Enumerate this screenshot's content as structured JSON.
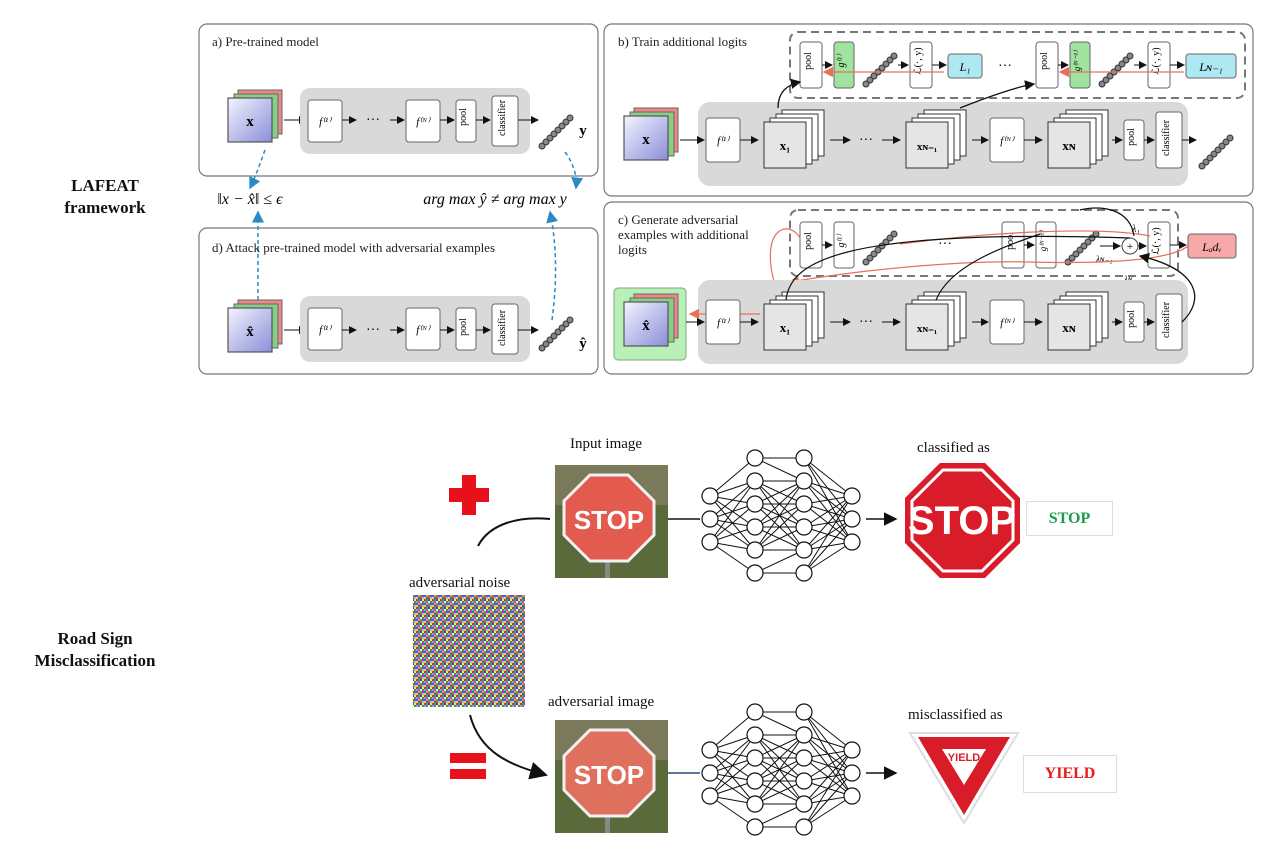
{
  "rows": {
    "top_label": "LAFEAT\nframework",
    "bottom_label": "Road Sign\nMisclassification"
  },
  "lafeat": {
    "panel_a_title": "a) Pre-trained model",
    "panel_b_title": "b) Train additional logits",
    "panel_c_title": "c) Generate adversarial examples with additional logits",
    "panel_d_title": "d) Attack pre-trained model with adversarial examples",
    "constraint_left": "‖x − x̂‖ ≤ ϵ",
    "constraint_right": "arg max ŷ ≠ arg max y",
    "block_pool": "pool",
    "block_classifier": "classifier",
    "f_first": "f⁽¹⁾",
    "f_last": "f⁽ᴺ⁾",
    "g_first": "g⁽¹⁾",
    "g_last": "g⁽ᴺ⁻¹⁾",
    "loss_fn": "ℒ(·, y)",
    "loss_1": "L₁",
    "loss_n1": "Lɴ₋₁",
    "loss_adv": "Lₐdᵥ",
    "ellipsis": "···",
    "x": "x",
    "x_hat": "x̂",
    "y": "y",
    "y_hat": "ŷ",
    "x1": "x₁",
    "xn1": "xɴ₋₁",
    "xn": "xɴ",
    "lambda1": "λ₁",
    "lambdan1": "λɴ₋₁",
    "lambdan": "λɴ",
    "plus": "+"
  },
  "roadsign": {
    "input_caption": "Input image",
    "noise_caption": "adversarial noise",
    "adv_caption": "adversarial image",
    "classified_caption": "classified as",
    "misclassified_caption": "misclassified as",
    "stop_sign_text": "STOP",
    "photo_text": "STOP",
    "yield_sign_text": "YIELD",
    "result_top": "STOP",
    "result_bottom": "YIELD",
    "color_correct": "#1e9a4a",
    "color_wrong": "#e81a1a"
  }
}
